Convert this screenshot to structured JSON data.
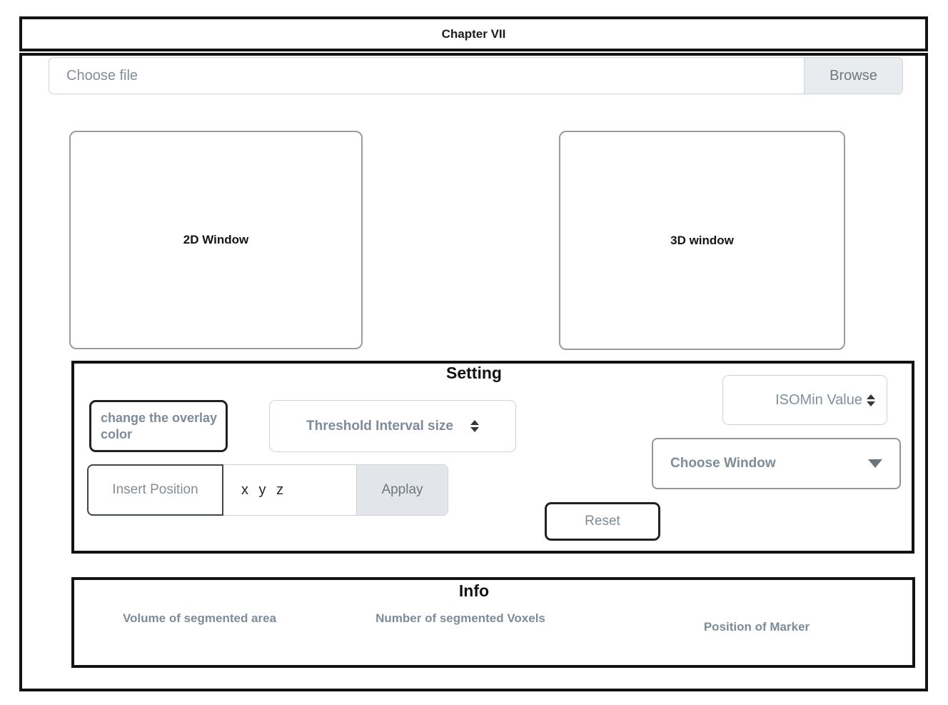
{
  "header": {
    "title": "Chapter VII"
  },
  "file_input": {
    "placeholder": "Choose file",
    "browse_label": "Browse"
  },
  "panels": {
    "panel_2d_label": "2D Window",
    "panel_3d_label": "3D window"
  },
  "setting": {
    "title": "Setting",
    "overlay_button_label": "change the overlay color",
    "threshold_spinner_label": "Threshold Interval size",
    "isomin_spinner_label": "ISOMin Value",
    "choose_window_label": "Choose Window",
    "insert_position_label": "Insert Position",
    "position_value": "x y z",
    "apply_button_label": "Applay",
    "reset_button_label": "Reset"
  },
  "info": {
    "title": "Info",
    "volume_label": "Volume of segmented area",
    "voxels_label": "Number of segmented Voxels",
    "marker_label": "Position of Marker"
  },
  "icons": {
    "sorter_icon": "up-down-triangles",
    "caret_down_icon": "solid-down-triangle"
  },
  "colors": {
    "frame_border": "#121212",
    "panel_border": "#9b9b9b",
    "light_border": "#ced4da",
    "muted_blue_text": "#7e8c99",
    "placeholder_text": "#848c95",
    "button_bg": "#e9ecef",
    "apply_bg": "#e2e6ea",
    "dark_text": "#212121"
  }
}
